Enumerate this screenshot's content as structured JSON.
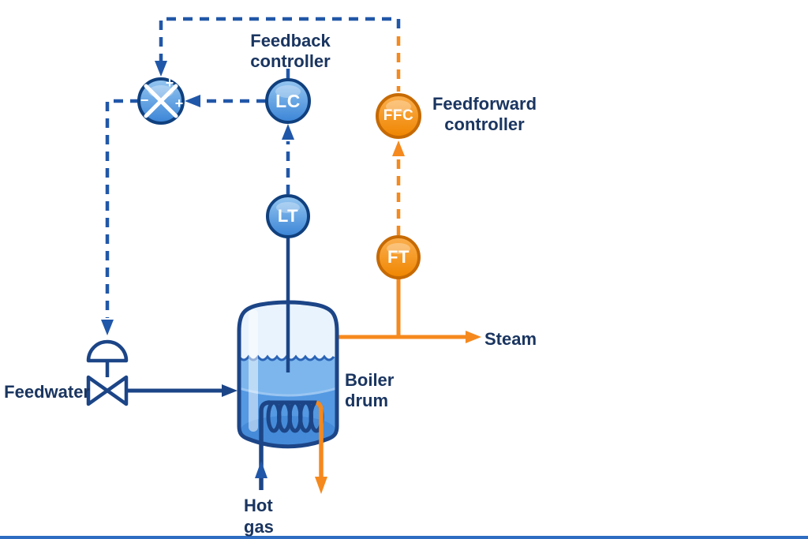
{
  "colors": {
    "signal_blue": "#2157a8",
    "process_navy": "#1c4587",
    "accent_orange": "#f5891d",
    "text_navy": "#1a3560"
  },
  "labels": {
    "feedback_controller": "Feedback\ncontroller",
    "feedforward_controller": "Feedforward\ncontroller",
    "steam": "Steam",
    "feedwater": "Feedwater",
    "boiler_drum": "Boiler\ndrum",
    "hot_gas": "Hot\ngas"
  },
  "nodes": {
    "lc": "LC",
    "lt": "LT",
    "ffc": "FFC",
    "ft": "FT",
    "sum_junction": {
      "top_sign": "+",
      "left_sign": "−",
      "right_sign": "+"
    }
  }
}
